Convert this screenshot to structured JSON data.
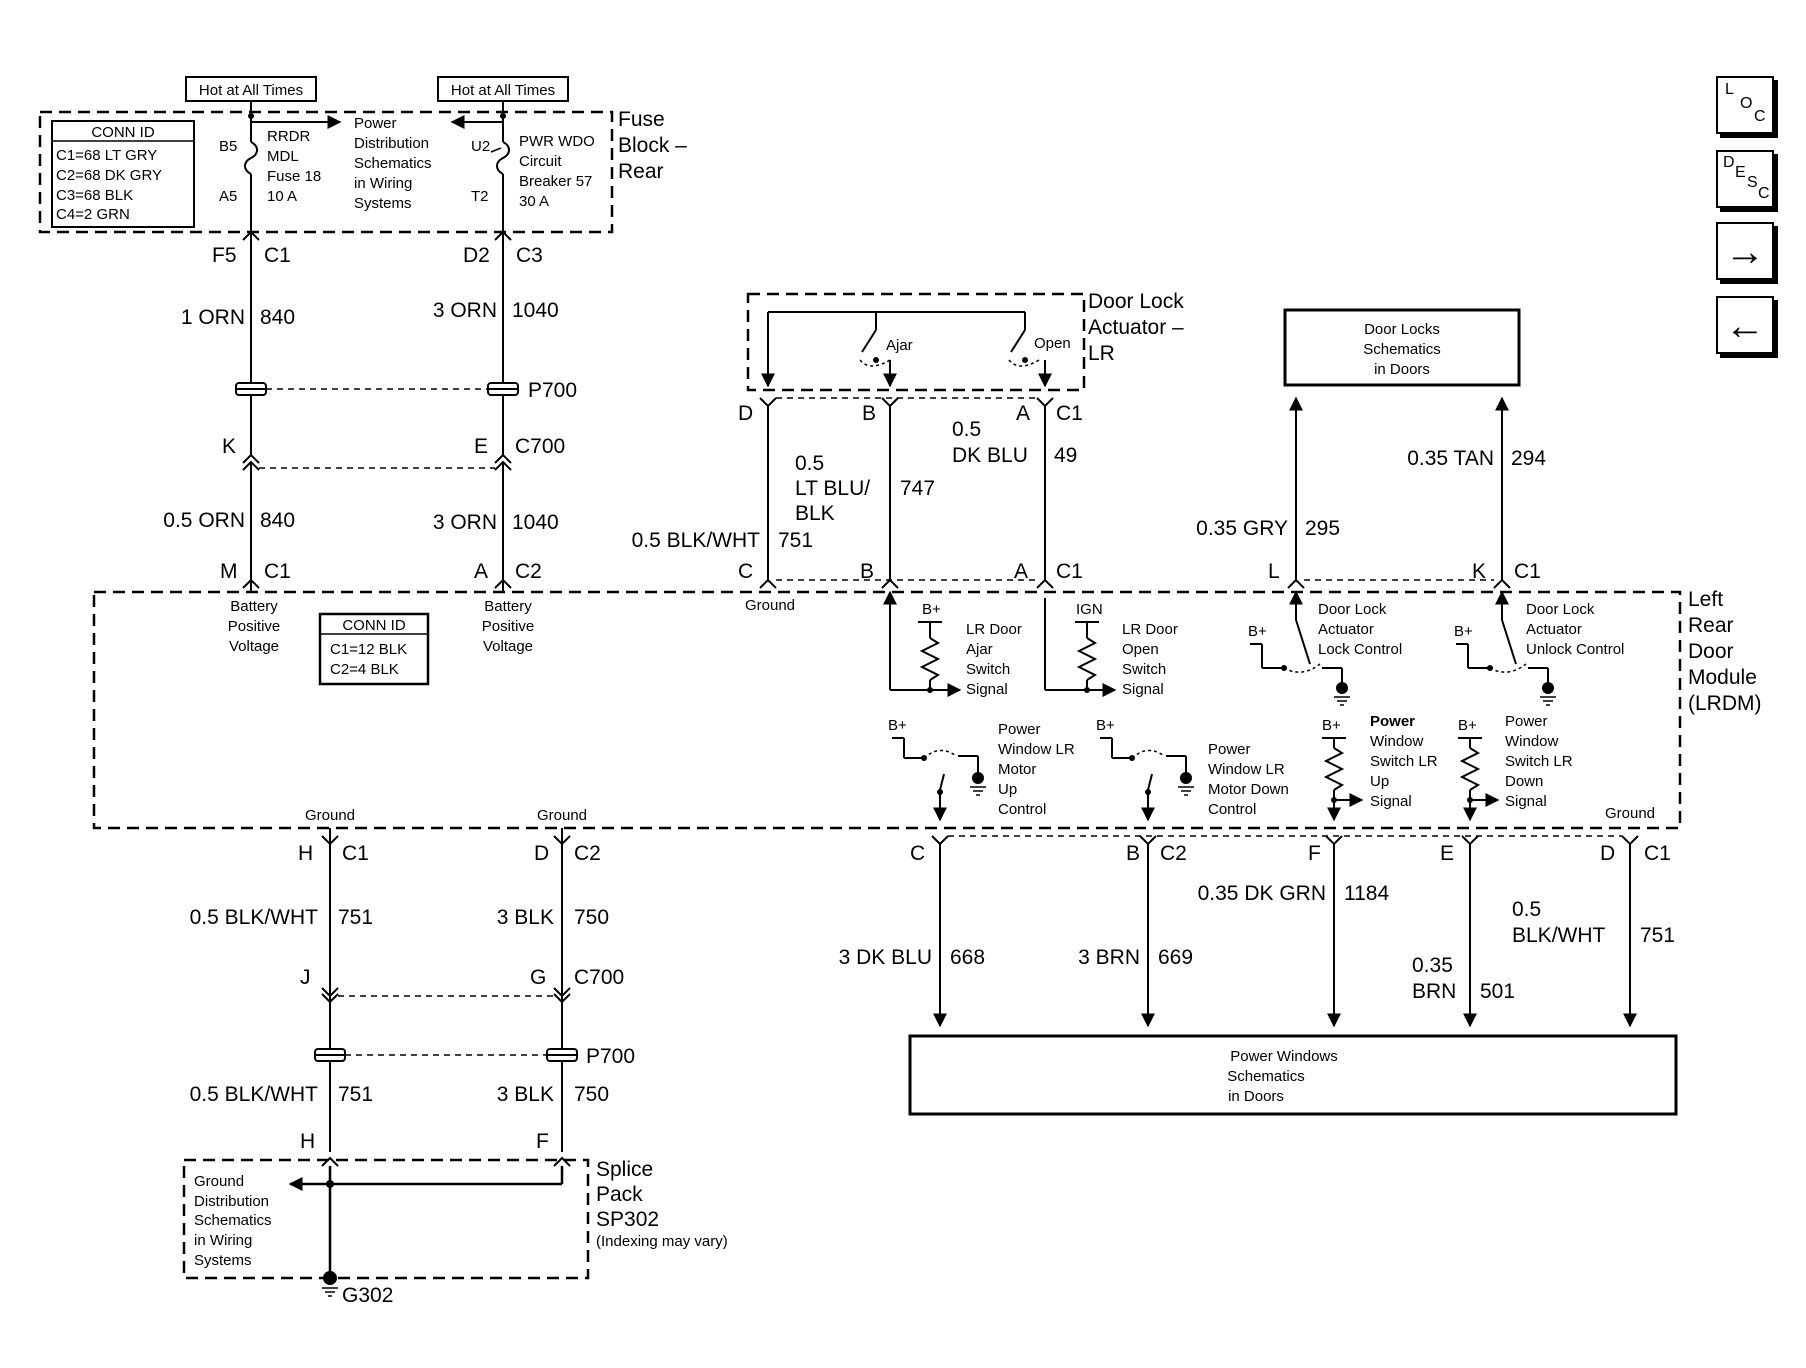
{
  "fuse_block": {
    "hot1": "Hot at All Times",
    "hot2": "Hot at All Times",
    "title": [
      "Fuse",
      "Block –",
      "Rear"
    ],
    "conn_id_title": "CONN ID",
    "conn_ids": [
      "C1=68 LT GRY",
      "C2=68 DK GRY",
      "C3=68 BLK",
      "C4=2 GRN"
    ],
    "b5": "B5",
    "a5": "A5",
    "u2": "U2",
    "t2": "T2",
    "fuse_label": [
      "RRDR",
      "MDL",
      "Fuse 18",
      "10 A"
    ],
    "power_dist": [
      "Power",
      "Distribution",
      "Schematics",
      "in Wiring",
      "Systems"
    ],
    "breaker_label": [
      "PWR WDO",
      "Circuit",
      "Breaker 57",
      "30 A"
    ]
  },
  "left_wires": {
    "f5": "F5",
    "c1": "C1",
    "d2": "D2",
    "c3": "C3",
    "w1_color": "1 ORN",
    "w1_circuit": "840",
    "w2_color": "3 ORN",
    "w2_circuit": "1040",
    "p700": "P700",
    "k": "K",
    "e": "E",
    "c700": "C700",
    "w3_color": "0.5 ORN",
    "w3_circuit": "840",
    "w4_color": "3 ORN",
    "w4_circuit": "1040",
    "m": "M",
    "m_c1": "C1",
    "a": "A",
    "a_c2": "C2"
  },
  "door_lock_actuator": {
    "title": [
      "Door Lock",
      "Actuator –",
      "LR"
    ],
    "ajar": "Ajar",
    "open": "Open",
    "d": "D",
    "b": "B",
    "a": "A",
    "c1": "C1",
    "w747_color": [
      "0.5",
      "LT BLU/",
      "BLK"
    ],
    "w747_circuit": "747",
    "w49_color": [
      "0.5",
      "DK BLU"
    ],
    "w49_circuit": "49",
    "w751_color": "0.5 BLK/WHT",
    "w751_circuit": "751",
    "c": "C",
    "b2": "B",
    "a2": "A",
    "c1b": "C1"
  },
  "door_locks": {
    "box": [
      "Door Locks",
      "Schematics",
      "in Doors"
    ],
    "w295_color": "0.35 GRY",
    "w295_circuit": "295",
    "w294_color": "0.35 TAN",
    "w294_circuit": "294",
    "l": "L",
    "k": "K",
    "c1": "C1"
  },
  "module": {
    "title": [
      "Left",
      "Rear",
      "Door",
      "Module",
      "(LRDM)"
    ],
    "batt1": [
      "Battery",
      "Positive",
      "Voltage"
    ],
    "batt2": [
      "Battery",
      "Positive",
      "Voltage"
    ],
    "conn_id_title": "CONN ID",
    "conn_ids": [
      "C1=12 BLK",
      "C2=4 BLK"
    ],
    "ground_top": "Ground",
    "bplus": "B+",
    "ign": "IGN",
    "ajar_signal": [
      "LR Door",
      "Ajar",
      "Switch",
      "Signal"
    ],
    "open_signal": [
      "LR Door",
      "Open",
      "Switch",
      "Signal"
    ],
    "lock_control": [
      "Door Lock",
      "Actuator",
      "Lock Control"
    ],
    "unlock_control": [
      "Door Lock",
      "Actuator",
      "Unlock Control"
    ],
    "motor_up": [
      "Power",
      "Window LR",
      "Motor",
      "Up",
      "Control"
    ],
    "motor_down": [
      "Power",
      "Window LR",
      "Motor Down",
      "Control"
    ],
    "switch_up": [
      "Power",
      "Window",
      "Switch LR",
      "Up",
      "Signal"
    ],
    "switch_down": [
      "Power",
      "Window",
      "Switch LR",
      "Down",
      "Signal"
    ],
    "ground1": "Ground",
    "ground2": "Ground",
    "ground3": "Ground"
  },
  "bottom_left": {
    "h": "H",
    "c1": "C1",
    "d": "D",
    "c2": "C2",
    "w751a_color": "0.5 BLK/WHT",
    "w751a_circuit": "751",
    "w750a_color": "3 BLK",
    "w750a_circuit": "750",
    "j": "J",
    "g": "G",
    "c700": "C700",
    "p700": "P700",
    "w751b_color": "0.5 BLK/WHT",
    "w751b_circuit": "751",
    "w750b_color": "3 BLK",
    "w750b_circuit": "750",
    "h2": "H",
    "f": "F",
    "splice_title": [
      "Splice",
      "Pack",
      "SP302"
    ],
    "splice_note": "(Indexing may vary)",
    "ground_dist": [
      "Ground",
      "Distribution",
      "Schematics",
      "in Wiring",
      "Systems"
    ],
    "g302": "G302"
  },
  "bottom_right": {
    "c": "C",
    "b": "B",
    "c2": "C2",
    "f": "F",
    "e": "E",
    "d": "D",
    "c1": "C1",
    "w668_color": "3 DK BLU",
    "w668_circuit": "668",
    "w669_color": "3 BRN",
    "w669_circuit": "669",
    "w1184_color": "0.35 DK GRN",
    "w1184_circuit": "1184",
    "w501_color": [
      "0.35",
      "BRN"
    ],
    "w501_circuit": "501",
    "w751_color": [
      "0.5",
      "BLK/WHT"
    ],
    "w751_circuit": "751",
    "box": [
      "Power Windows",
      "Schematics",
      "in Doors"
    ]
  },
  "nav": {
    "loc": [
      "L",
      "O",
      "C"
    ],
    "desc": [
      "D",
      "E",
      "S",
      "C"
    ],
    "next": "→",
    "prev": "←"
  }
}
